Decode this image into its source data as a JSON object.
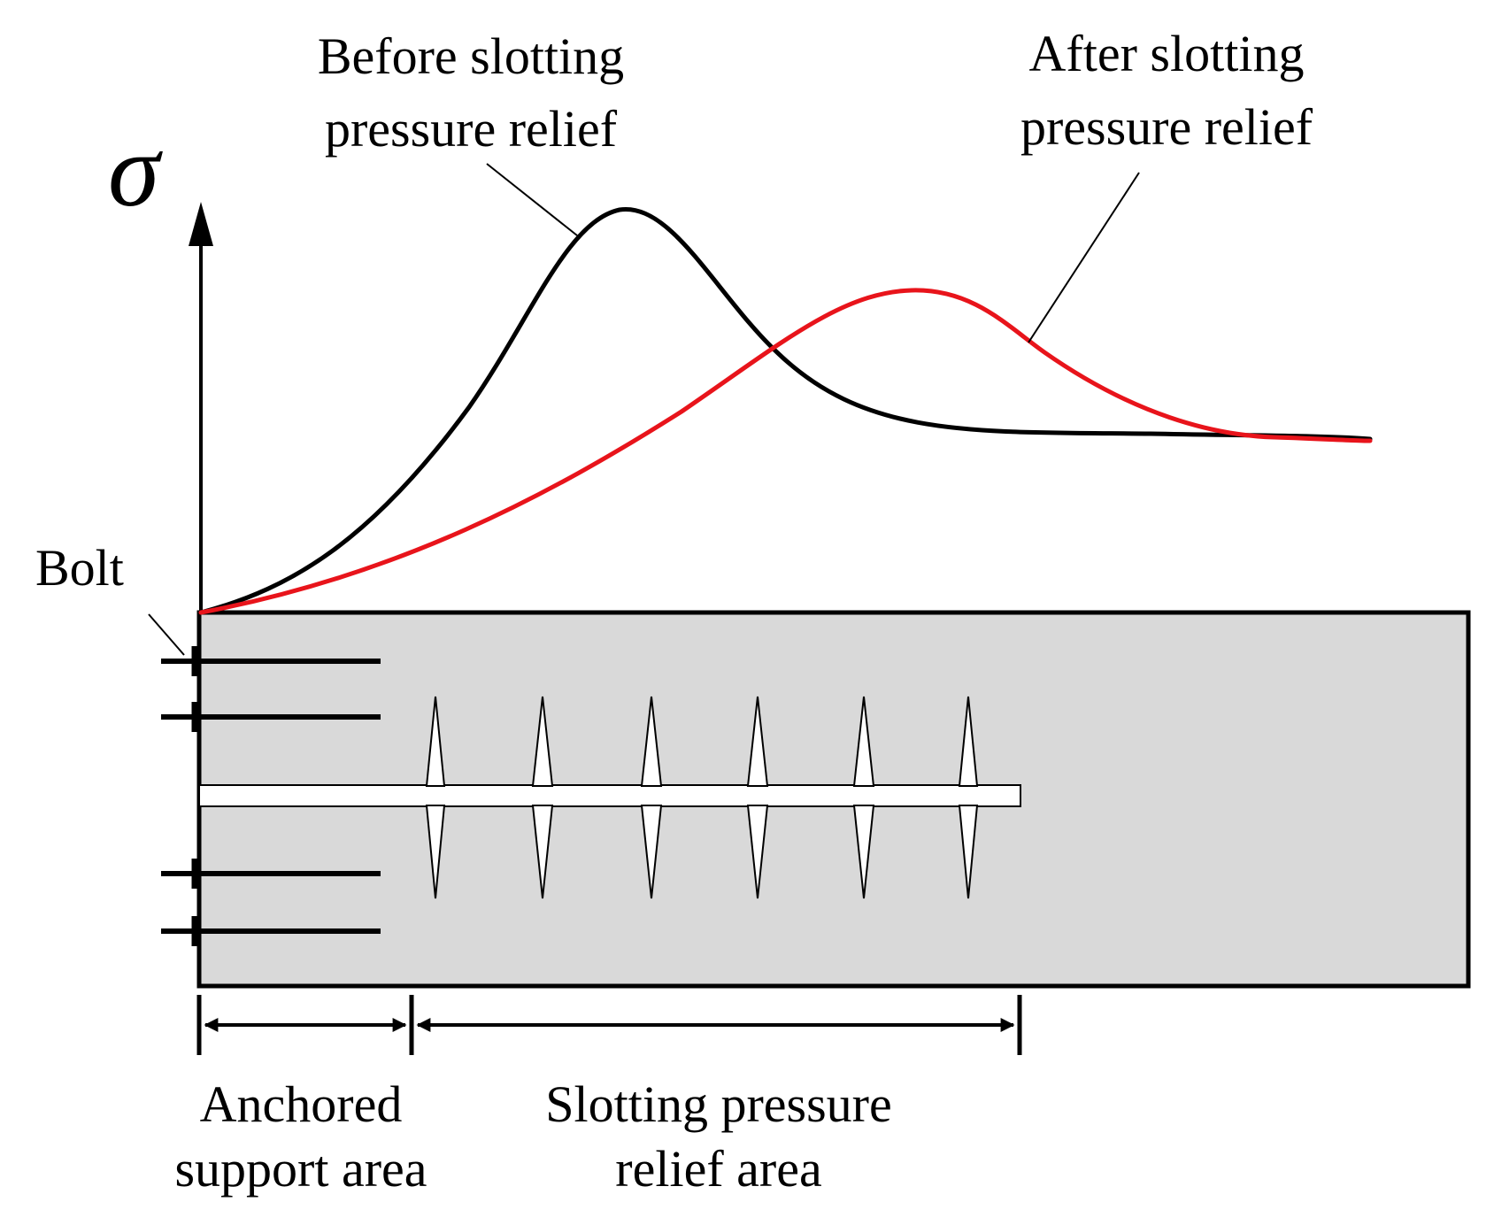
{
  "axis": {
    "y_symbol": "σ"
  },
  "labels": {
    "before_line1": "Before slotting",
    "before_line2": "pressure relief",
    "after_line1": "After slotting",
    "after_line2": "pressure relief",
    "bolt": "Bolt",
    "anchored_line1": "Anchored",
    "anchored_line2": "support area",
    "slotting_line1": "Slotting pressure",
    "slotting_line2": "relief area"
  },
  "colors": {
    "before_curve": "#000000",
    "after_curve": "#e8141b",
    "rock": "#d9d9d9",
    "outline": "#000000"
  }
}
